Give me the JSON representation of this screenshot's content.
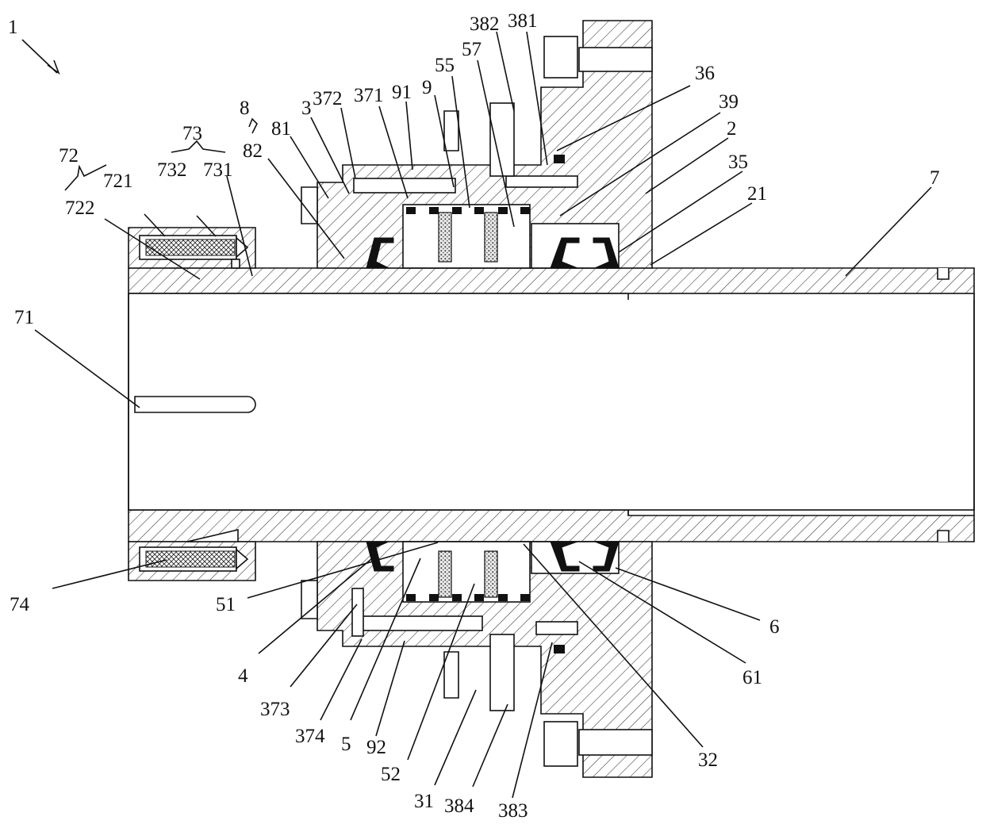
{
  "figure": {
    "callouts": [
      {
        "id": "fig-number",
        "text": "1"
      },
      {
        "id": "c72",
        "text": "72"
      },
      {
        "id": "c721",
        "text": "721"
      },
      {
        "id": "c722",
        "text": "722"
      },
      {
        "id": "c73",
        "text": "73"
      },
      {
        "id": "c732",
        "text": "732"
      },
      {
        "id": "c731",
        "text": "731"
      },
      {
        "id": "c8",
        "text": "8"
      },
      {
        "id": "c81",
        "text": "81"
      },
      {
        "id": "c82",
        "text": "82"
      },
      {
        "id": "c3",
        "text": "3"
      },
      {
        "id": "c372",
        "text": "372"
      },
      {
        "id": "c371",
        "text": "371"
      },
      {
        "id": "c91",
        "text": "91"
      },
      {
        "id": "c9",
        "text": "9"
      },
      {
        "id": "c55",
        "text": "55"
      },
      {
        "id": "c57",
        "text": "57"
      },
      {
        "id": "c382",
        "text": "382"
      },
      {
        "id": "c381",
        "text": "381"
      },
      {
        "id": "c36",
        "text": "36"
      },
      {
        "id": "c39",
        "text": "39"
      },
      {
        "id": "c2",
        "text": "2"
      },
      {
        "id": "c35",
        "text": "35"
      },
      {
        "id": "c21",
        "text": "21"
      },
      {
        "id": "c7",
        "text": "7"
      },
      {
        "id": "c71",
        "text": "71"
      },
      {
        "id": "c74",
        "text": "74"
      },
      {
        "id": "c51",
        "text": "51"
      },
      {
        "id": "c4",
        "text": "4"
      },
      {
        "id": "c373",
        "text": "373"
      },
      {
        "id": "c374",
        "text": "374"
      },
      {
        "id": "c5",
        "text": "5"
      },
      {
        "id": "c92",
        "text": "92"
      },
      {
        "id": "c52",
        "text": "52"
      },
      {
        "id": "c31",
        "text": "31"
      },
      {
        "id": "c384",
        "text": "384"
      },
      {
        "id": "c383",
        "text": "383"
      },
      {
        "id": "c32",
        "text": "32"
      },
      {
        "id": "c61",
        "text": "61"
      },
      {
        "id": "c6",
        "text": "6"
      }
    ]
  }
}
